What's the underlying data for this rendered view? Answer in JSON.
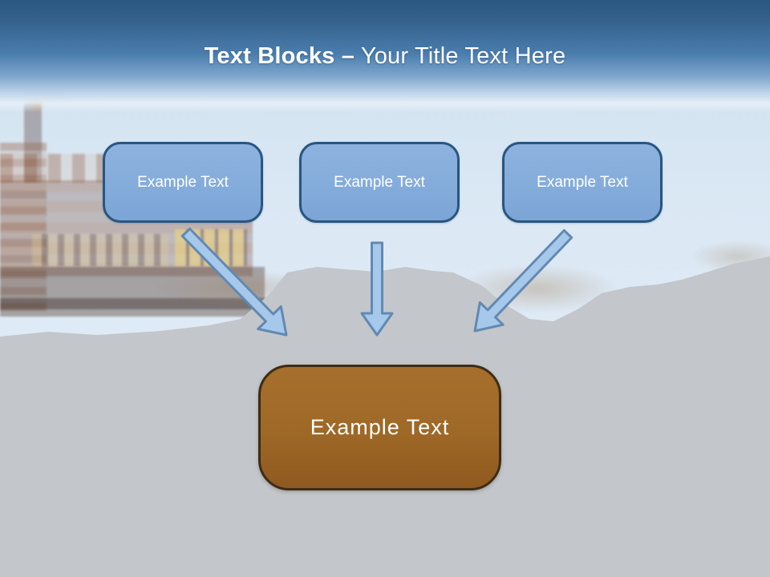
{
  "slide": {
    "title": {
      "bold": "Text Blocks –",
      "rest": " Your Title Text Here"
    },
    "boxes": [
      {
        "label": "Example Text"
      },
      {
        "label": "Example Text"
      },
      {
        "label": "Example Text"
      }
    ],
    "result_box": {
      "label": "Example Text"
    }
  },
  "theme": {
    "header_top": "#2b5683",
    "header_mid": "#4a7dad",
    "sky": "#cfe0ef",
    "hill_gray": "#c3c6ca",
    "box_fill": "#84acdb",
    "box_border": "#28567f",
    "arrow_fill": "#a6c8eb",
    "arrow_stroke": "#6289b2",
    "brown_fill": "#9e6827",
    "brown_border": "#3e2c15",
    "text_white": "#ffffff"
  }
}
